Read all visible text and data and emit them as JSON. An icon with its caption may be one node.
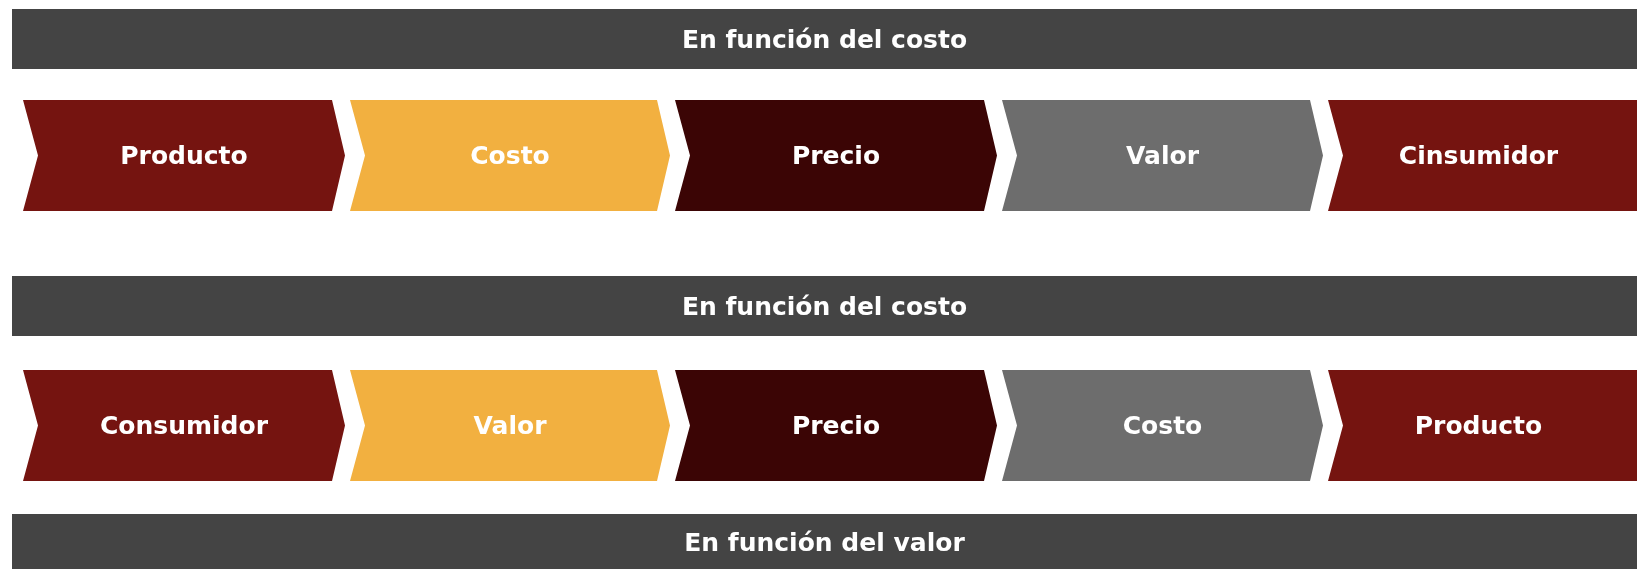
{
  "diagram": {
    "nodes": [
      {
        "text": [
          "En función del costo"
        ]
      },
      {
        "text": [
          "Producto"
        ]
      },
      {
        "text": [
          "Costo"
        ]
      },
      {
        "text": [
          "Precio"
        ]
      },
      {
        "text": [
          "Valor"
        ]
      },
      {
        "text": [
          "Cinsumidor"
        ]
      },
      {
        "text": [
          "En función del costo"
        ]
      },
      {
        "text": [
          "Consumidor"
        ]
      },
      {
        "text": [
          "Valor"
        ]
      },
      {
        "text": [
          "Precio"
        ]
      },
      {
        "text": [
          "Costo"
        ]
      },
      {
        "text": [
          "Producto"
        ]
      },
      {
        "text": [
          "En función del valor"
        ]
      }
    ]
  }
}
